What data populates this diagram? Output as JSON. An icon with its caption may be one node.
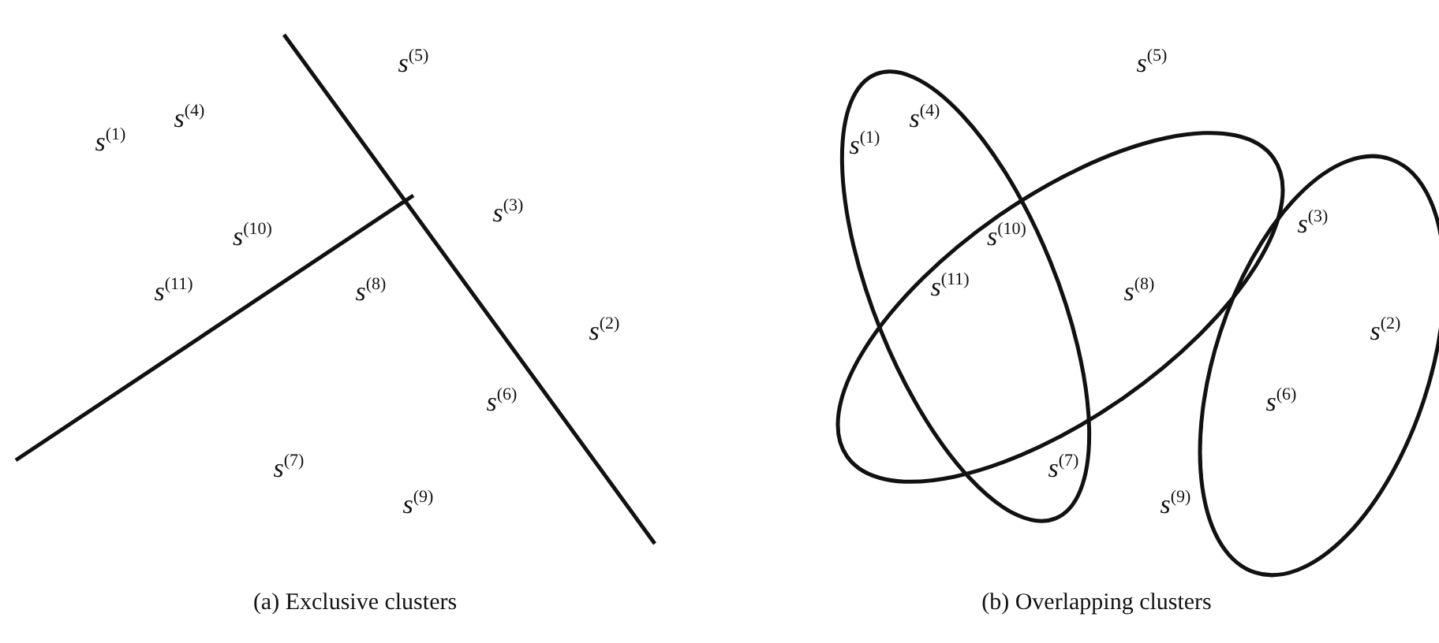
{
  "diagram": {
    "labels": [
      "*s*$^{(5)}$",
      "*s*$^{(4)}$",
      "*s*$^{(1)}$",
      "*s*$^{(3)}$",
      "*s*$^{(10)}$",
      "*s*$^{(11)}$",
      "*s*$^{(8)}$",
      "*s*$^{(2)}$",
      "*s*$^{(6)}$",
      "*s*$^{(7)}$",
      "*s*$^{(9)}$",
      "(a) Exclusive clusters",
      "*s*$^{(5)}$",
      "*s*$^{(4)}$",
      "*s*$^{(1)}$",
      "*s*$^{(3)}$",
      "*s*$^{(10)}$",
      "*s*$^{(11)}$",
      "*s*$^{(8)}$",
      "*s*$^{(2)}$",
      "*s*$^{(6)}$",
      "*s*$^{(7)}$",
      "*s*$^{(9)}$",
      "(b) Overlapping clusters"
    ]
  }
}
